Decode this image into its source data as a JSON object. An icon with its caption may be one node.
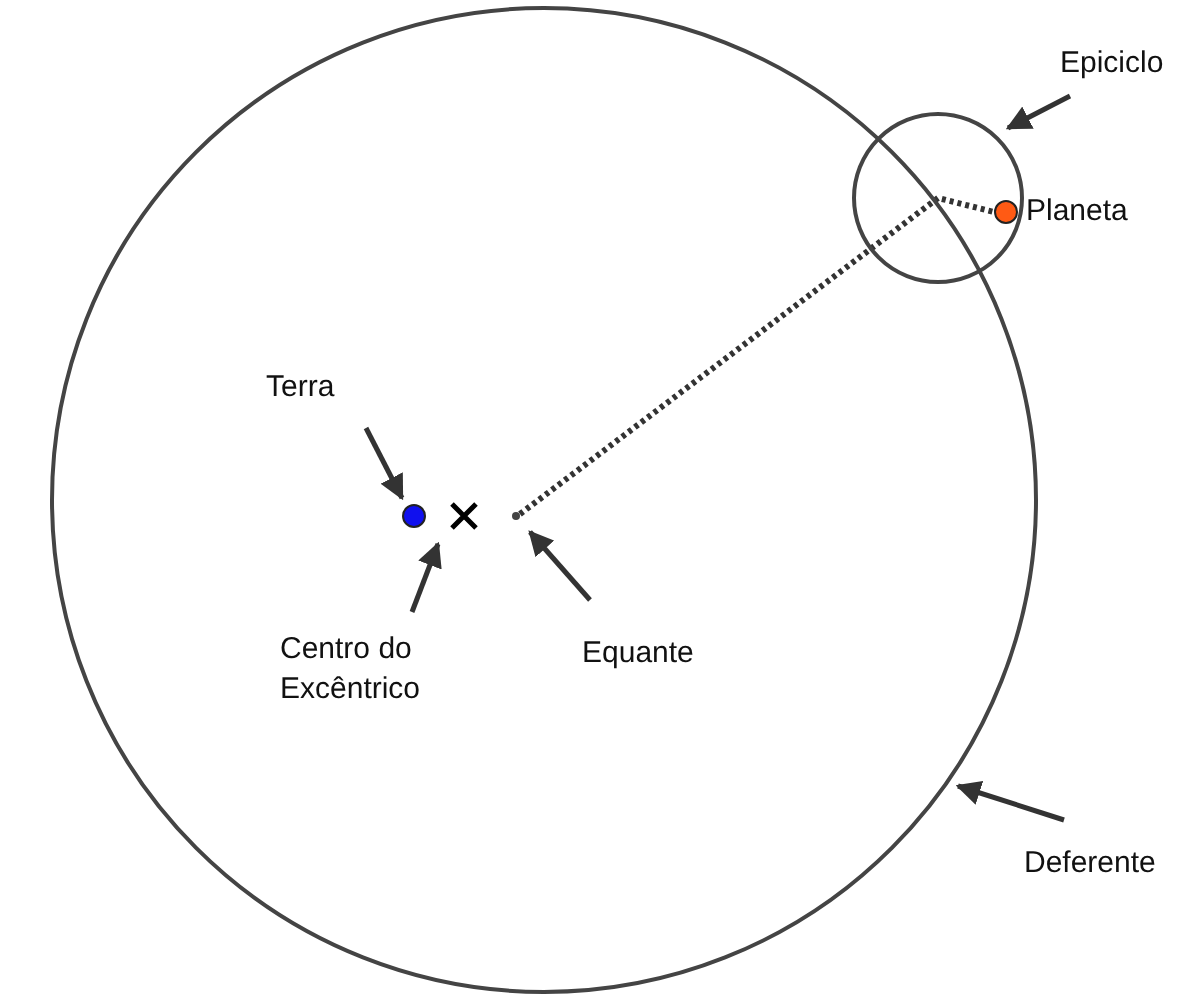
{
  "diagram": {
    "nodes": [
      {
        "text": [],
        "shape": "circle"
      },
      {
        "text": [],
        "shape": "circle",
        "in": 0
      },
      {
        "text": [],
        "shape": "circle",
        "beside": [
          "Planeta"
        ],
        "in": 1
      },
      {
        "text": [],
        "shape": "circle",
        "in": 0
      },
      {
        "text": [],
        "shape": "cross",
        "in": 0
      },
      {
        "text": [
          "Epiciclo"
        ]
      },
      {
        "text": [
          "Terra"
        ],
        "in": 0
      },
      {
        "text": [
          "Centro do Excêntrico"
        ],
        "in": 0
      },
      {
        "text": [
          "Equante"
        ],
        "in": 0
      },
      {
        "text": [
          "Deferente"
        ]
      },
      {
        "text": [],
        "shape": "point",
        "in": 0
      }
    ],
    "edges": [
      {
        "from": 5,
        "to": 1,
        "arrow": "to"
      },
      {
        "from": 6,
        "to": 3,
        "arrow": "to"
      },
      {
        "from": 7,
        "to": 4,
        "arrow": "to"
      },
      {
        "from": 8,
        "to": 10,
        "arrow": "to"
      },
      {
        "from": 9,
        "to": 0,
        "arrow": "to"
      },
      {
        "from": 10,
        "to": 2,
        "arrow": "none",
        "style": "dashed"
      }
    ]
  }
}
